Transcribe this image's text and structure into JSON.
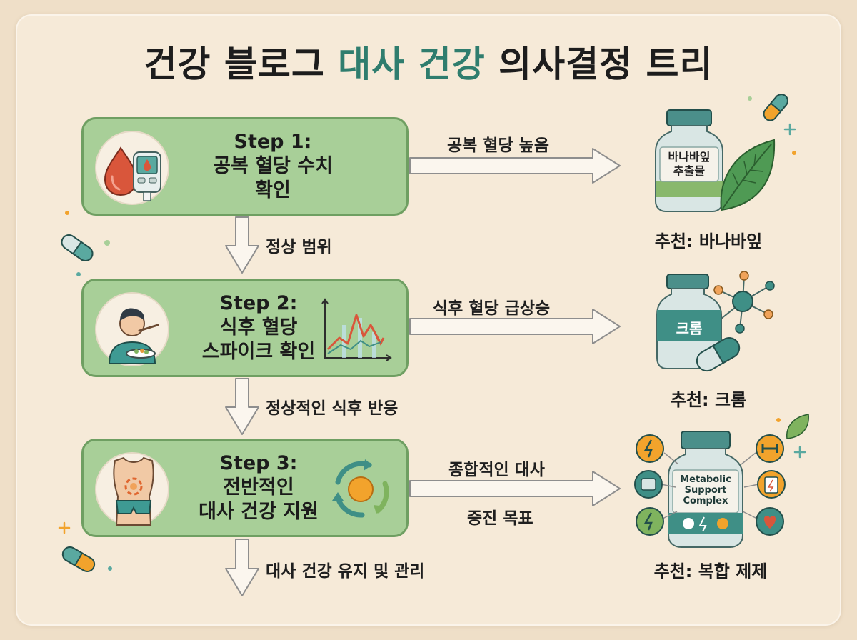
{
  "title": {
    "part1": "건강 블로그",
    "accent": "대사 건강",
    "part2": "의사결정 트리"
  },
  "steps": [
    {
      "heading": "Step 1:",
      "line1": "공복 혈당 수치",
      "line2": "확인"
    },
    {
      "heading": "Step 2:",
      "line1": "식후 혈당",
      "line2": "스파이크 확인"
    },
    {
      "heading": "Step 3:",
      "line1": "전반적인",
      "line2": "대사 건강 지원"
    }
  ],
  "branches": [
    {
      "condition": "공복 혈당 높음",
      "recommendation": "추천: 바나바잎",
      "product_label": "바나바잎\n추출물",
      "product_line1": "바나바잎",
      "product_line2": "추출물"
    },
    {
      "condition": "식후 혈당 급상승",
      "recommendation": "추천: 크롬",
      "product_label": "크롬"
    },
    {
      "condition_line1": "종합적인 대사",
      "condition_line2": "증진 목표",
      "recommendation": "추천: 복합 제제",
      "product_line1": "Metabolic",
      "product_line2": "Support",
      "product_line3": "Complex"
    }
  ],
  "down_labels": [
    "정상 범위",
    "정상적인 식후 반응",
    "대사 건강 유지 및 관리"
  ],
  "icons": {
    "step1": [
      "blood-drop-icon",
      "glucose-meter-icon"
    ],
    "step2": [
      "person-eating-icon",
      "glucose-spike-chart-icon"
    ],
    "step3": [
      "body-torso-icon",
      "metabolism-cycle-icon"
    ],
    "products": [
      "banaba-bottle-icon",
      "leaf-icon",
      "chromium-bottle-icon",
      "molecule-icon",
      "capsule-icon",
      "complex-bottle-icon"
    ],
    "decor": [
      "pill-icon",
      "sparkle-icon",
      "dot-icon"
    ]
  },
  "colors": {
    "accent": "#2f7d6e",
    "step_fill": "#a8cf98",
    "step_border": "#6f9f62",
    "bottle": "#d9e6e4",
    "bottle_cap": "#4b8f8a",
    "background": "#f6ead8"
  }
}
